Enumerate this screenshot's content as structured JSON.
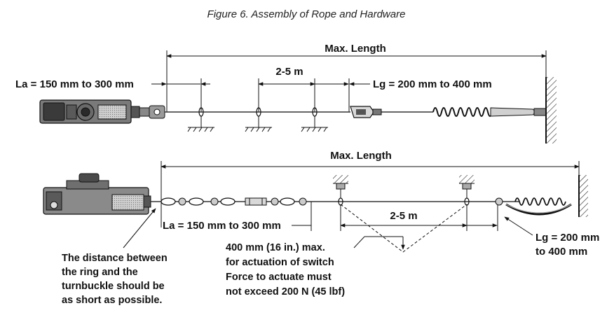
{
  "figure": {
    "caption": "Figure 6. Assembly of Rope and Hardware"
  },
  "top_assembly": {
    "max_length_label": "Max. Length",
    "la_label": "La = 150 mm to 300 mm",
    "spacing_label": "2-5 m",
    "lg_label": "Lg = 200 mm to 400 mm"
  },
  "bottom_assembly": {
    "max_length_label": "Max. Length",
    "la_label": "La = 150 mm to 300 mm",
    "spacing_label": "2-5 m",
    "lg_label_line1": "Lg = 200 mm",
    "lg_label_line2": "to 400 mm",
    "distance_note": [
      "The distance between",
      "the ring and the",
      "turnbuckle should be",
      "as short as possible."
    ],
    "actuation_note": [
      "400 mm (16 in.) max.",
      "for actuation of switch",
      "Force to actuate must",
      "not exceed 200 N (45 lbf)"
    ]
  }
}
